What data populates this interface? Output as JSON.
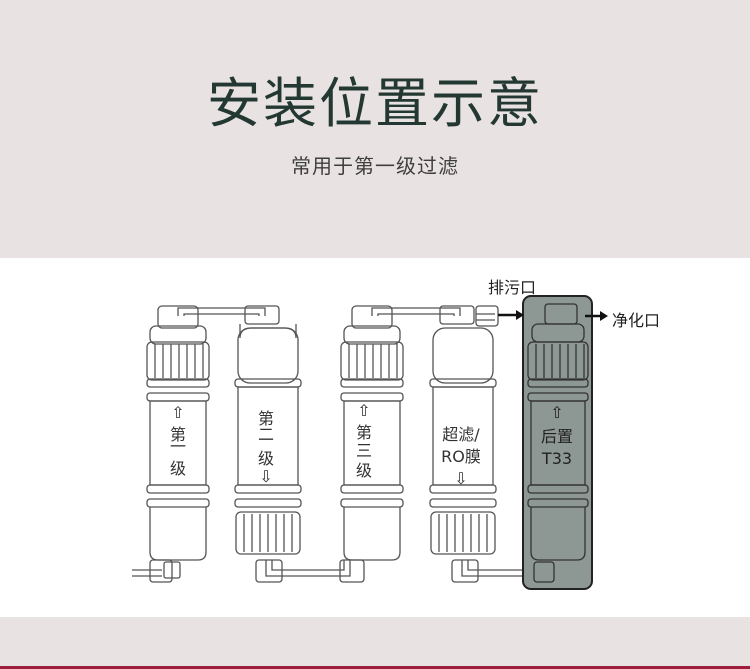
{
  "header": {
    "title": "安装位置示意",
    "subtitle": "常用于第一级过滤"
  },
  "diagram": {
    "outlet_labels": {
      "drain": "排污口",
      "pure": "净化口"
    },
    "stages": [
      {
        "line1": "第",
        "line2": "一",
        "line3": "级",
        "flow_arrow": "⇧"
      },
      {
        "line1": "第",
        "line2": "二",
        "line3": "级",
        "flow_arrow": "⇩"
      },
      {
        "line1": "第",
        "line2": "三",
        "line3": "级",
        "flow_arrow": "⇧"
      },
      {
        "line1": "超滤/",
        "line2": "RO膜",
        "line3": "",
        "flow_arrow": "⇩"
      },
      {
        "line1": "后置",
        "line2": "T33",
        "line3": "",
        "flow_arrow": "⇧",
        "highlighted": true
      }
    ],
    "colors": {
      "outline": "#555555",
      "highlight_fill": "#8d9793",
      "highlight_stroke": "#222222"
    }
  }
}
